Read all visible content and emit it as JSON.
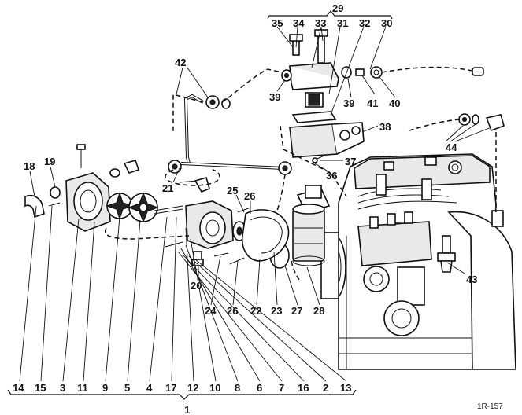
{
  "figure_ref": "1R-157",
  "brace_top_label": "29",
  "brace_bottom_label": "1",
  "callouts": {
    "c1": "1",
    "c2": "2",
    "c3": "3",
    "c4": "4",
    "c5": "5",
    "c6": "6",
    "c7": "7",
    "c8": "8",
    "c9": "9",
    "c10": "10",
    "c11": "11",
    "c12": "12",
    "c13": "13",
    "c14": "14",
    "c15": "15",
    "c16": "16",
    "c17": "17",
    "c18": "18",
    "c19": "19",
    "c20": "20",
    "c21": "21",
    "c22": "22",
    "c23": "23",
    "c24": "24",
    "c25": "25",
    "c26a": "26",
    "c26b": "26",
    "c27": "27",
    "c28": "28",
    "c30": "30",
    "c31": "31",
    "c32": "32",
    "c33": "33",
    "c34": "34",
    "c35": "35",
    "c36": "36",
    "c37": "37",
    "c38": "38",
    "c39a": "39",
    "c39b": "39",
    "c40": "40",
    "c41": "41",
    "c42": "42",
    "c43": "43",
    "c44": "44"
  }
}
